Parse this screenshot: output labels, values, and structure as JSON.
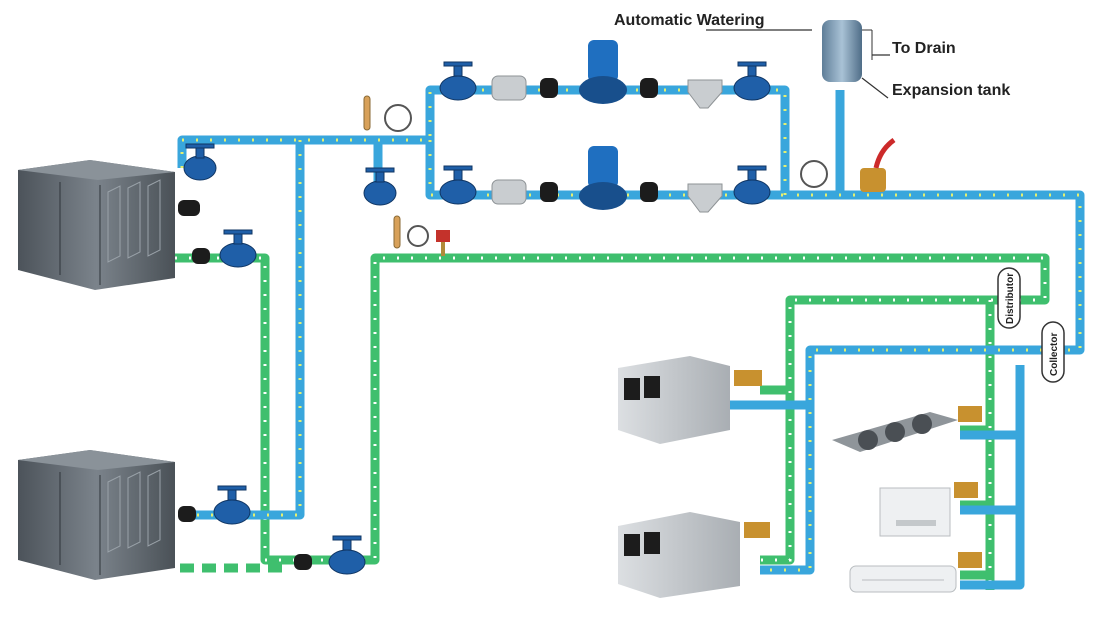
{
  "labels": {
    "automatic_watering": "Automatic Watering",
    "to_drain": "To Drain",
    "expansion_tank": "Expansion tank",
    "distributor": "Distributor",
    "collector": "Collector"
  },
  "colors": {
    "supply_pipe": "#39a6dc",
    "return_pipe": "#3fbf6e",
    "pipe_dots_supply": "#e6f070",
    "pipe_dots_return": "#ffffff",
    "valve": "#1f5fa8",
    "pump": "#1f6fc0",
    "chiller": "#5a6168"
  }
}
